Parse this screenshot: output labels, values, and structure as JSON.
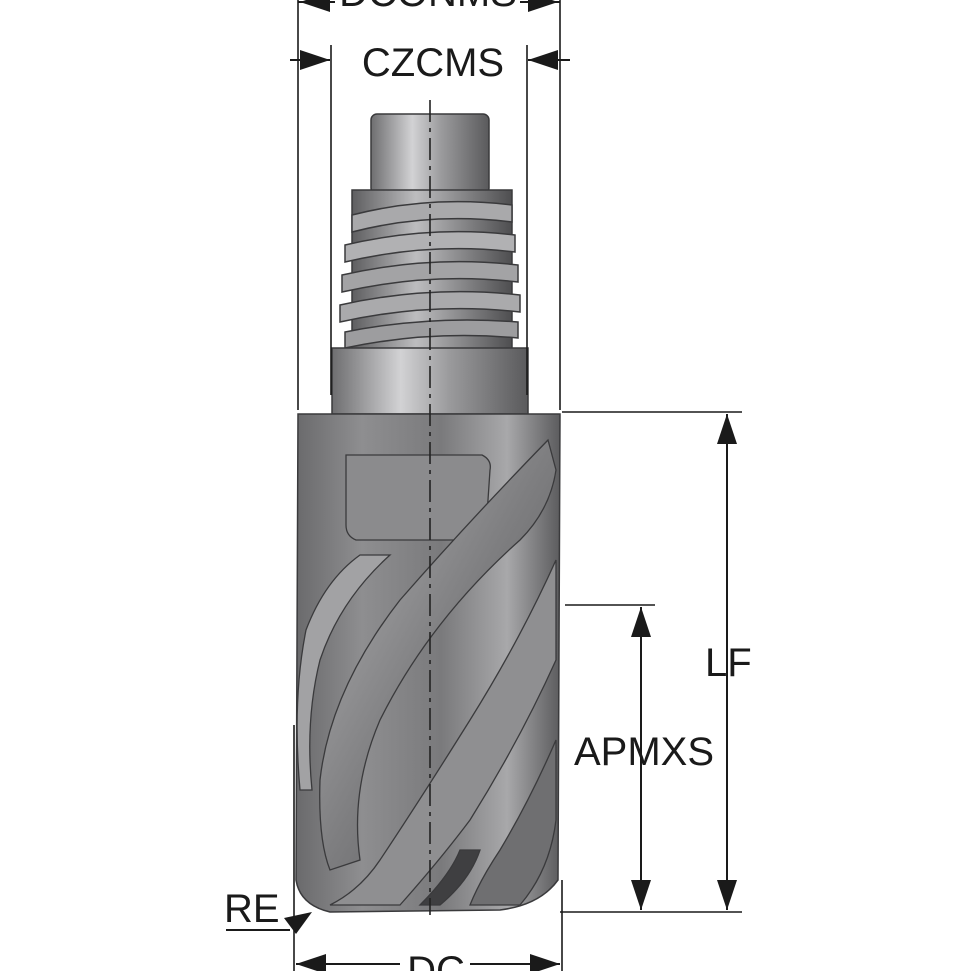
{
  "diagram": {
    "labels": {
      "dconms": "DCONMS",
      "czcms": "CZCMS",
      "lf": "LF",
      "apmxs": "APMXS",
      "re": "RE",
      "dc": "DC"
    }
  },
  "colors": {
    "body_dark": "#5f5f61",
    "body_mid": "#8a8a8c",
    "body_light": "#c9c9cb",
    "ink": "#1a1a1a"
  }
}
